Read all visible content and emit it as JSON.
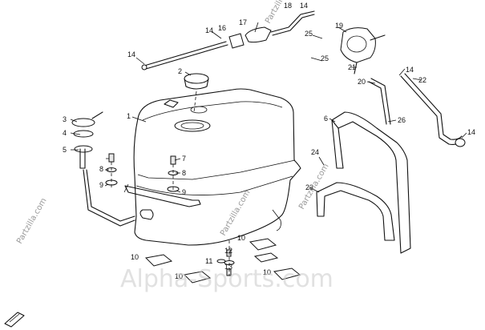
{
  "diagram": {
    "callouts": [
      {
        "id": "c1",
        "text": "1"
      },
      {
        "id": "c2",
        "text": "2"
      },
      {
        "id": "c3",
        "text": "3"
      },
      {
        "id": "c4",
        "text": "4"
      },
      {
        "id": "c5",
        "text": "5"
      },
      {
        "id": "c6",
        "text": "6"
      },
      {
        "id": "c7",
        "text": "7"
      },
      {
        "id": "c8a",
        "text": "8"
      },
      {
        "id": "c8b",
        "text": "8"
      },
      {
        "id": "c9a",
        "text": "9"
      },
      {
        "id": "c9b",
        "text": "9"
      },
      {
        "id": "c10a",
        "text": "10"
      },
      {
        "id": "c10b",
        "text": "10"
      },
      {
        "id": "c10c",
        "text": "10"
      },
      {
        "id": "c10d",
        "text": "10"
      },
      {
        "id": "c11",
        "text": "11"
      },
      {
        "id": "c12",
        "text": "12"
      },
      {
        "id": "c13",
        "text": "13"
      },
      {
        "id": "c14a",
        "text": "14"
      },
      {
        "id": "c14b",
        "text": "14"
      },
      {
        "id": "c14c",
        "text": "14"
      },
      {
        "id": "c14d",
        "text": "14"
      },
      {
        "id": "c14e",
        "text": "14"
      },
      {
        "id": "c16",
        "text": "16"
      },
      {
        "id": "c17",
        "text": "17"
      },
      {
        "id": "c18",
        "text": "18"
      },
      {
        "id": "c19",
        "text": "19"
      },
      {
        "id": "c20",
        "text": "20"
      },
      {
        "id": "c21",
        "text": "21"
      },
      {
        "id": "c22",
        "text": "22"
      },
      {
        "id": "c23",
        "text": "23"
      },
      {
        "id": "c24",
        "text": "24"
      },
      {
        "id": "c25a",
        "text": "25"
      },
      {
        "id": "c25b",
        "text": "25"
      },
      {
        "id": "c26",
        "text": "26"
      }
    ],
    "watermarks": {
      "main": "Alpha-Sports.com",
      "top": "Partzilla",
      "small": "Partzilla.com"
    }
  }
}
